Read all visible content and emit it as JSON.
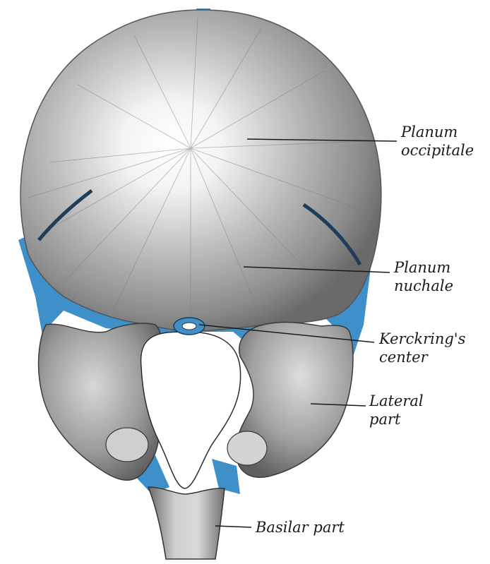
{
  "labels": {
    "planum_occipitale": [
      "Planum",
      "occipitale"
    ],
    "planum_nuchale": [
      "Planum",
      "nuchale"
    ],
    "kerckrings_center": [
      "Kerckring's",
      "center"
    ],
    "lateral_part": [
      "Lateral",
      "part"
    ],
    "basilar_part": [
      "Basilar part"
    ]
  },
  "colors": {
    "cartilage": "#3f8fc9",
    "bone": "#bdbdbd",
    "bone_shadow": "#6f6f6f",
    "leader_line": "#1a1a1a"
  }
}
